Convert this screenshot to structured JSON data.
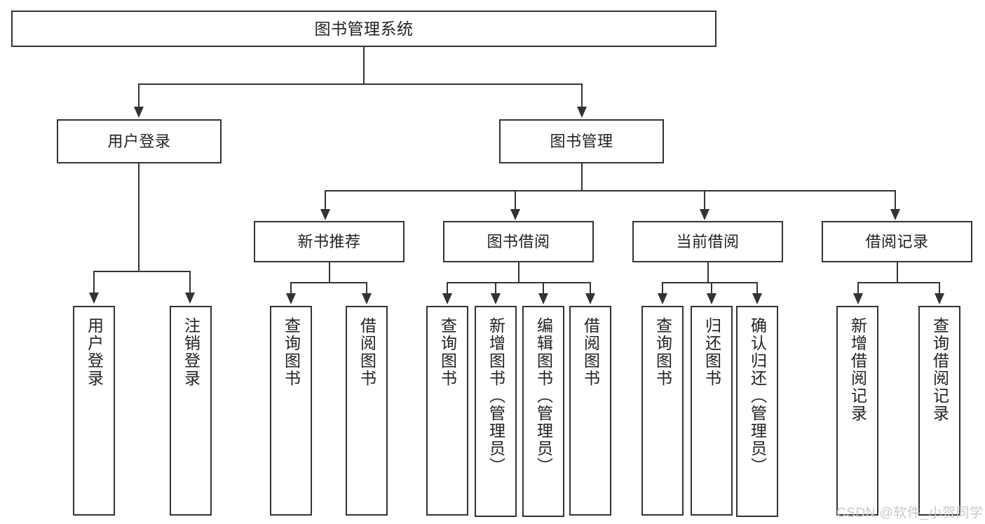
{
  "diagram": {
    "type": "tree-hierarchy-diagram",
    "title": "图书管理系统",
    "colors": {
      "stroke": "#333333",
      "box_fill": "#ffffff",
      "text": "#222222",
      "watermark": "#c9c9c9"
    },
    "root": {
      "label": "图书管理系统",
      "children": [
        {
          "label": "用户登录",
          "children": [
            {
              "label": "用户登录"
            },
            {
              "label": "注销登录"
            }
          ]
        },
        {
          "label": "图书管理",
          "children": [
            {
              "label": "新书推荐",
              "children": [
                {
                  "label": "查询图书"
                },
                {
                  "label": "借阅图书"
                }
              ]
            },
            {
              "label": "图书借阅",
              "children": [
                {
                  "label": "查询图书"
                },
                {
                  "label": "新增图书（管理员）"
                },
                {
                  "label": "编辑图书（管理员）"
                },
                {
                  "label": "借阅图书"
                }
              ]
            },
            {
              "label": "当前借阅",
              "children": [
                {
                  "label": "查询图书"
                },
                {
                  "label": "归还图书"
                },
                {
                  "label": "确认归还（管理员）"
                }
              ]
            },
            {
              "label": "借阅记录",
              "children": [
                {
                  "label": "新增借阅记录"
                },
                {
                  "label": "查询借阅记录"
                }
              ]
            }
          ]
        }
      ]
    }
  },
  "nodes": {
    "root": "图书管理系统",
    "l2_user_login": "用户登录",
    "l2_book_mgmt": "图书管理",
    "l3_new_book": "新书推荐",
    "l3_borrow": "图书借阅",
    "l3_current": "当前借阅",
    "l3_record": "借阅记录",
    "leaf_user_login": "用户登录",
    "leaf_logout": "注销登录",
    "leaf_nb_query": "查询图书",
    "leaf_nb_borrow": "借阅图书",
    "leaf_bw_query": "查询图书",
    "leaf_bw_add": "新增图书（管理员）",
    "leaf_bw_edit": "编辑图书（管理员）",
    "leaf_bw_borrow": "借阅图书",
    "leaf_cu_query": "查询图书",
    "leaf_cu_return": "归还图书",
    "leaf_cu_confirm": "确认归还（管理员）",
    "leaf_rc_add": "新增借阅记录",
    "leaf_rc_query": "查询借阅记录"
  },
  "watermark": {
    "text": "CSDN @软件_小贺同学"
  }
}
